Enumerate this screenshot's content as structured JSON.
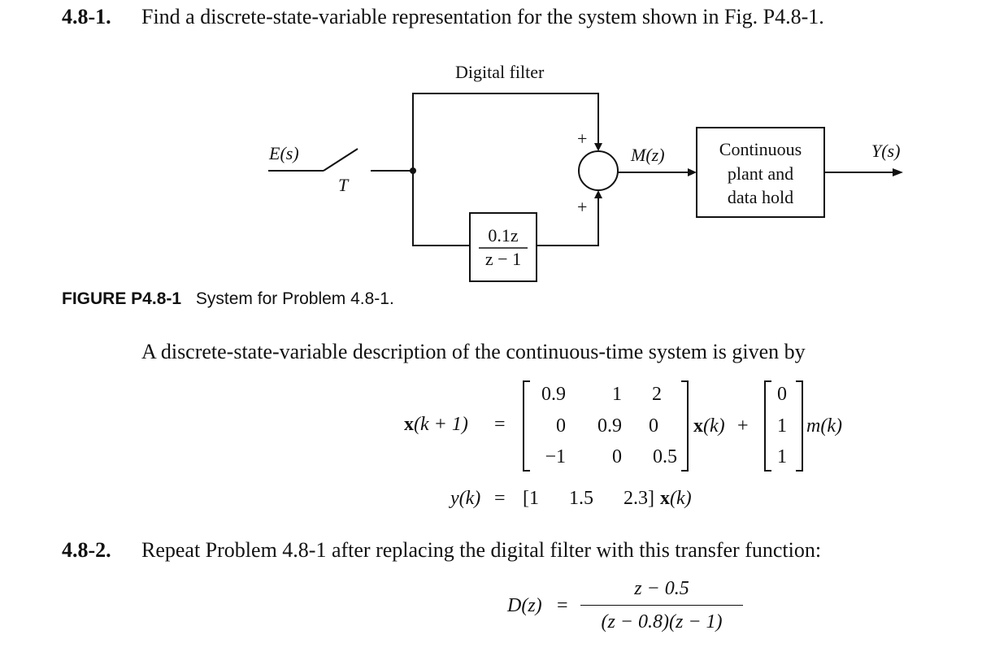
{
  "problem1": {
    "number": "4.8-1.",
    "text": "Find a discrete-state-variable representation for the system shown in Fig. P4.8-1."
  },
  "diagram": {
    "digital_filter_label": "Digital filter",
    "input_label": "E(s)",
    "sampler_label": "T",
    "plus_top": "+",
    "plus_bottom": "+",
    "mz_label": "M(z)",
    "plant_line1": "Continuous",
    "plant_line2": "plant and",
    "plant_line3": "data hold",
    "output_label": "Y(s)",
    "filter_num": "0.1z",
    "filter_den": "z − 1"
  },
  "figure_caption": {
    "label": "FIGURE P4.8-1",
    "text": "System for Problem 4.8-1."
  },
  "description": "A discrete-state-variable description of the continuous-time system is given by",
  "state_eq": {
    "lhs_bold": "x",
    "lhs_rest": "(k + 1)",
    "equals": "=",
    "A": [
      [
        "0.9",
        "1",
        "2"
      ],
      [
        "0",
        "0.9",
        "0"
      ],
      [
        "−1",
        "0",
        "0.5"
      ]
    ],
    "x_bold": "x",
    "x_rest": "(k)",
    "plus": "+",
    "B": [
      "0",
      "1",
      "1"
    ],
    "m": "m(k)"
  },
  "output_eq": {
    "lhs": "y(k)",
    "equals": "=",
    "open": "[1",
    "c2": "1.5",
    "c3": "2.3]",
    "x_bold": "x",
    "x_rest": "(k)"
  },
  "problem2": {
    "number": "4.8-2.",
    "text": "Repeat Problem 4.8-1 after replacing the digital filter with this transfer function:"
  },
  "transfer": {
    "lhs": "D(z)",
    "equals": "=",
    "num": "z − 0.5",
    "den": "(z − 0.8)(z − 1)"
  }
}
